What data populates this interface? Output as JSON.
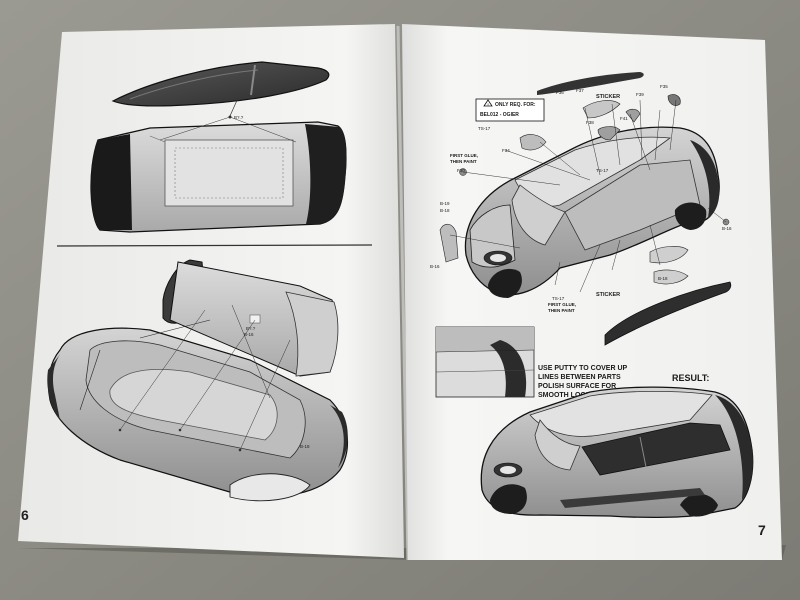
{
  "left_page": {
    "page_number": "6",
    "callouts": [
      "B?.?",
      "B?.?",
      "B-16",
      "B-18"
    ]
  },
  "right_page": {
    "page_number": "7",
    "warning": {
      "line1": "ONLY REQ. FOR:",
      "line2": "BEL012 - OGIER"
    },
    "sticker_label_top": "STICKER",
    "sticker_label_bottom": "STICKER",
    "first_glue_left": [
      "FIRST GLUE,",
      "THEN PAINT"
    ],
    "first_glue_bottom": [
      "FIRST GLUE,",
      "THEN PAINT"
    ],
    "putty_note": [
      "USE PUTTY TO COVER UP",
      "LINES BETWEEN PARTS",
      "POLISH SURFACE FOR",
      "SMOOTH LOOK"
    ],
    "result_label": "RESULT:",
    "part_callouts": [
      "F36",
      "F37",
      "TS-17",
      "F34",
      "F38",
      "F39",
      "F35",
      "TS-17",
      "F41",
      "B-19",
      "B-18",
      "B-16",
      "B-16",
      "F30",
      "TS-17",
      "B-18"
    ]
  },
  "colors": {
    "background": "#8a8a82",
    "paper": "#f4f4f2",
    "ink": "#1a1a1a",
    "glass": "#3a3a3a"
  }
}
